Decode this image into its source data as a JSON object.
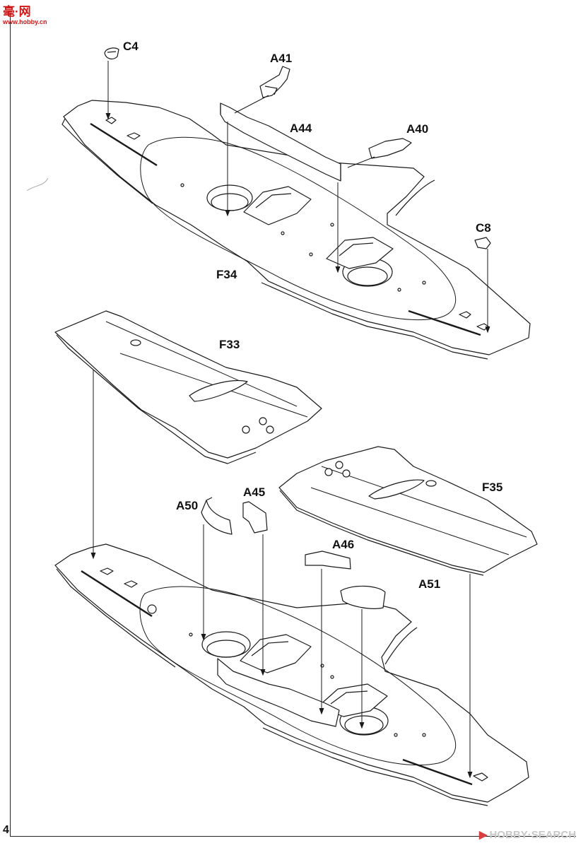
{
  "watermark_top": {
    "main": "毫·网",
    "sub": "www.hobby.cn"
  },
  "watermark_bottom": "HOBBY·SEARCH",
  "page_number": "4",
  "part_labels": {
    "c4": "C4",
    "a41": "A41",
    "a44": "A44",
    "a40": "A40",
    "c8": "C8",
    "f34": "F34",
    "f33": "F33",
    "f35": "F35",
    "a50": "A50",
    "a45": "A45",
    "a46": "A46",
    "a51": "A51"
  }
}
